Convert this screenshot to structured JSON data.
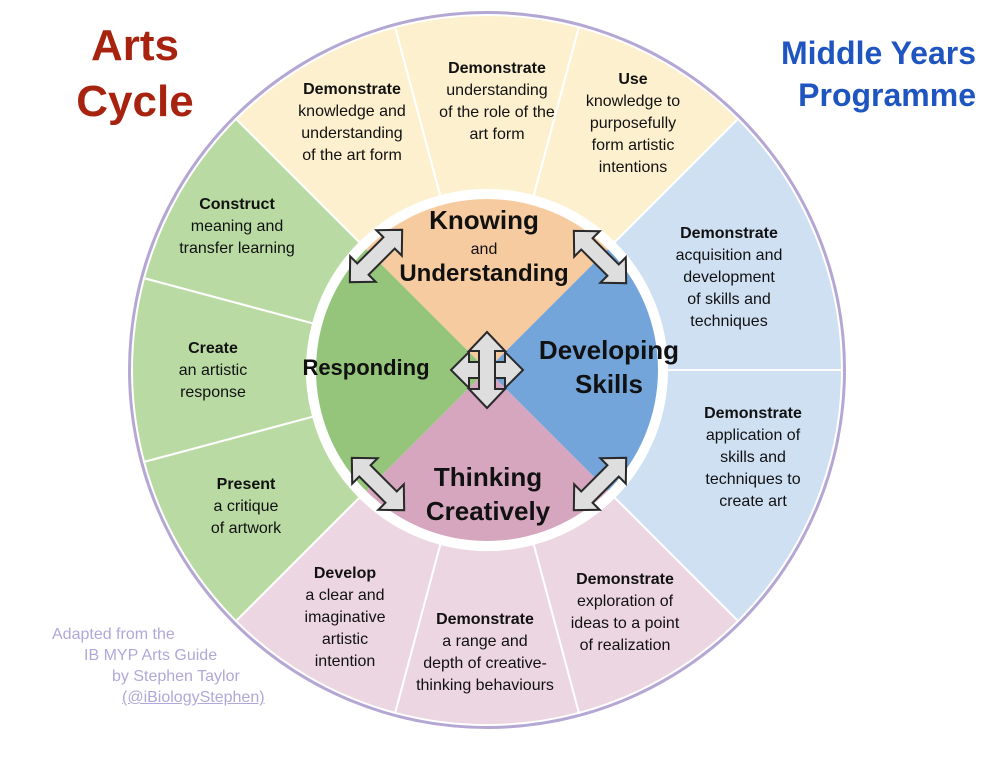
{
  "title": {
    "line1": "Arts",
    "line2": "Cycle",
    "color": "#a8230f"
  },
  "subtitle": {
    "line1": "Middle Years",
    "line2": "Programme",
    "color": "#1f55c0"
  },
  "credit": {
    "line1": "Adapted from the",
    "line2": "IB MYP Arts  Guide",
    "line3": "by Stephen Taylor",
    "line4": "(@iBiologyStephen)"
  },
  "colors": {
    "ring_border": "#b5a7d3",
    "knowing_inner": "#f7cba0",
    "knowing_outer": "#fdf0cf",
    "developing_inner": "#73a5da",
    "developing_outer": "#cfe0f3",
    "thinking_inner": "#d5a6be",
    "thinking_outer": "#ecd6e1",
    "responding_inner": "#94c57b",
    "responding_outer": "#b9dba3",
    "arrow_fill": "#dedede",
    "arrow_stroke": "#2a2a2a"
  },
  "core": {
    "knowing": {
      "line1": "Knowing",
      "mid": "and",
      "line2": "Understanding"
    },
    "developing": {
      "line1": "Developing",
      "line2": "Skills"
    },
    "thinking": {
      "line1": "Thinking",
      "line2": "Creatively"
    },
    "responding": {
      "line1": "Responding"
    }
  },
  "outer_segments": {
    "knowing": [
      {
        "bold": "Demonstrate",
        "lines": [
          "knowledge and",
          "understanding",
          "of the art form"
        ]
      },
      {
        "bold": "Demonstrate",
        "lines": [
          "understanding",
          "of the role of the",
          "art form"
        ]
      },
      {
        "bold": "Use",
        "lines": [
          "knowledge to",
          "purposefully",
          "form artistic",
          "intentions"
        ]
      }
    ],
    "developing": [
      {
        "bold": "Demonstrate",
        "lines": [
          "acquisition and",
          "development",
          "of skills and",
          "techniques"
        ]
      },
      {
        "bold": "Demonstrate",
        "lines": [
          "application of",
          "skills and",
          "techniques to",
          "create art"
        ]
      }
    ],
    "thinking": [
      {
        "bold": "Demonstrate",
        "lines": [
          "exploration of",
          "ideas to a point",
          "of realization"
        ]
      },
      {
        "bold": "Demonstrate",
        "lines": [
          "a range and",
          "depth of creative-",
          "thinking behaviours"
        ]
      },
      {
        "bold": "Develop",
        "lines": [
          "a clear and",
          "imaginative",
          "artistic",
          "intention"
        ]
      }
    ],
    "responding": [
      {
        "bold": "Present",
        "lines": [
          "a critique",
          "of artwork"
        ]
      },
      {
        "bold": "Create",
        "lines": [
          "an artistic",
          "response"
        ]
      },
      {
        "bold": "Construct",
        "lines": [
          "meaning and",
          "transfer learning"
        ]
      }
    ]
  }
}
